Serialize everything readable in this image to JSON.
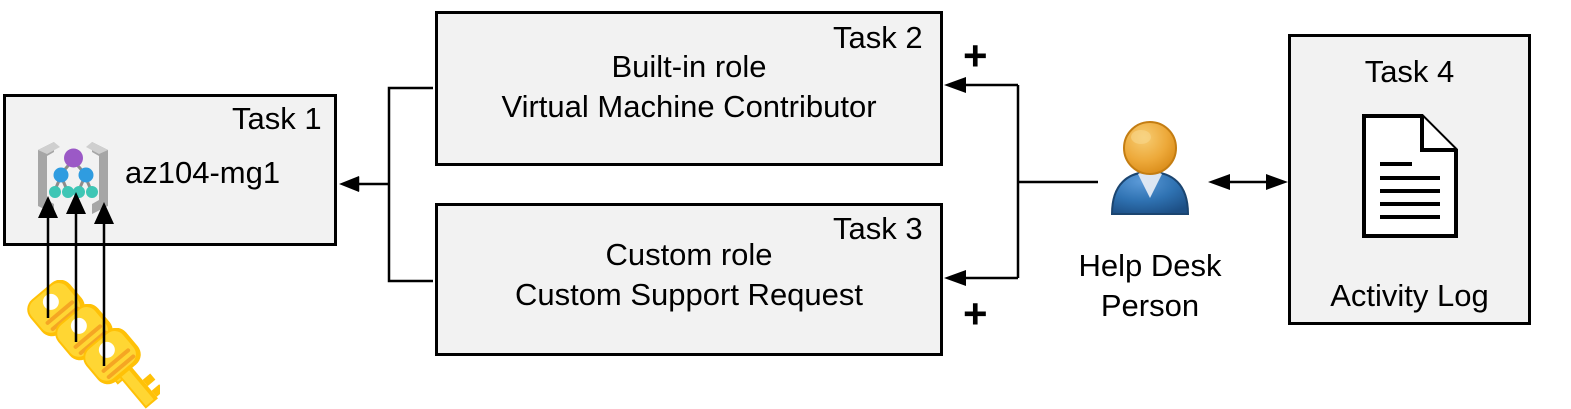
{
  "diagram": {
    "title": "Azure RBAC task diagram",
    "background": "#ffffff",
    "box_fill": "#f2f2f2",
    "box_stroke": "#000000",
    "connector_color": "#000000"
  },
  "task1": {
    "label": "Task 1",
    "name": "az104-mg1",
    "icon": "management-group-icon",
    "icon_colors": {
      "bracket": "#a6a6a6",
      "root_node": "#9b59c6",
      "mid_node": "#2f9ce0",
      "leaf_node": "#3ec6b5"
    }
  },
  "task2": {
    "label": "Task 2",
    "line1": "Built-in role",
    "line2": "Virtual Machine Contributor"
  },
  "task3": {
    "label": "Task 3",
    "line1": "Custom role",
    "line2": "Custom Support Request"
  },
  "task4": {
    "label": "Task 4",
    "caption": "Activity Log",
    "icon": "document-icon"
  },
  "actor": {
    "icon": "person-icon",
    "line1": "Help Desk",
    "line2": "Person",
    "colors": {
      "head": "#e89a2c",
      "head_light": "#f5c263",
      "body": "#2a6aa8",
      "body_light": "#4a8fd0"
    }
  },
  "operators": {
    "plus_top": "+",
    "plus_bottom": "+"
  },
  "keys": {
    "icon": "key-icon",
    "count": 3,
    "colors": {
      "light": "#ffd633",
      "mid": "#ffc107",
      "dark": "#f5a623"
    }
  }
}
